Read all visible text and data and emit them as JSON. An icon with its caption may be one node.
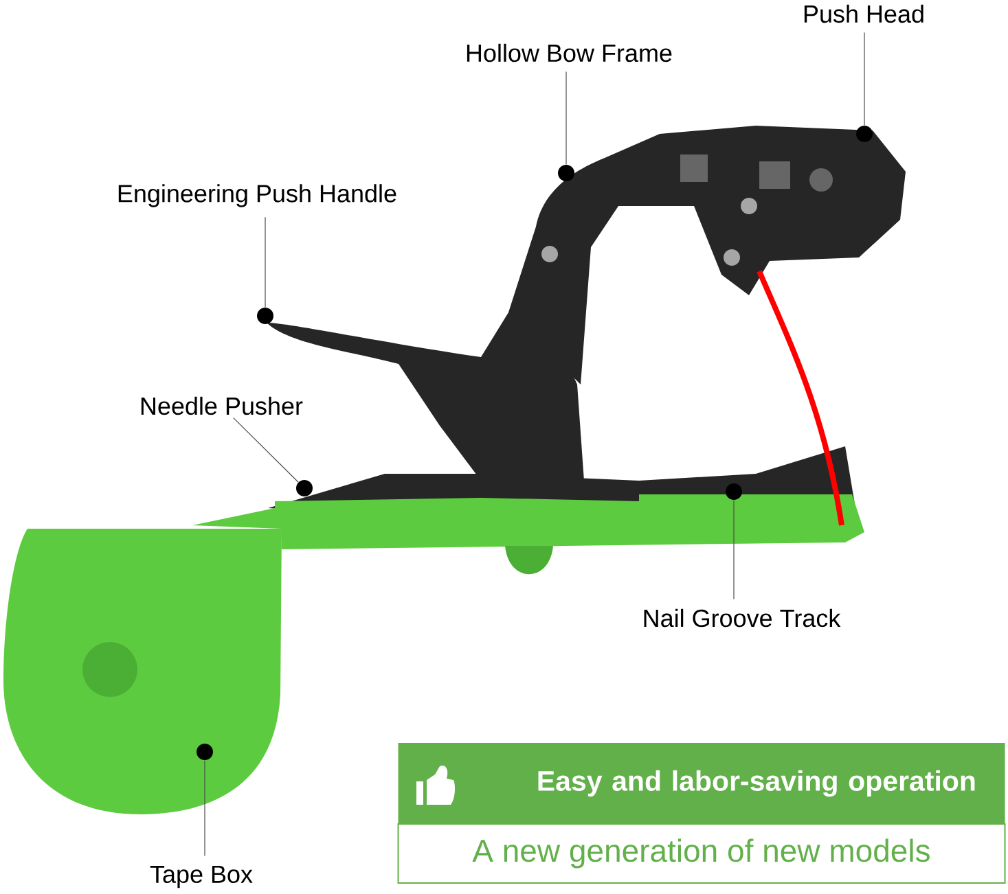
{
  "diagram": {
    "nodes": [
      {
        "text": [
          "Push Head"
        ]
      },
      {
        "text": [
          "Hollow Bow Frame"
        ]
      },
      {
        "text": [
          "Engineering Push Handle"
        ]
      },
      {
        "text": [
          "Needle Pusher"
        ]
      },
      {
        "text": [
          "Nail Groove Track"
        ]
      },
      {
        "text": [
          "Tape Box"
        ]
      },
      {
        "text": [],
        "shape": "circle"
      },
      {
        "text": [],
        "shape": "circle"
      },
      {
        "text": [],
        "shape": "circle"
      },
      {
        "text": [],
        "shape": "circle"
      },
      {
        "text": [],
        "shape": "circle"
      },
      {
        "text": [],
        "shape": "circle"
      },
      {
        "text": [
          "Easy and labor-saving operation"
        ]
      },
      {
        "text": [
          "A new generation of new models"
        ]
      }
    ],
    "edges": [
      {
        "from": 0,
        "to": 6,
        "arrow": "none"
      },
      {
        "from": 1,
        "to": 7,
        "arrow": "none"
      },
      {
        "from": 2,
        "to": 8,
        "arrow": "none"
      },
      {
        "from": 3,
        "to": 9,
        "arrow": "none"
      },
      {
        "from": 4,
        "to": 10,
        "arrow": "none"
      },
      {
        "from": 5,
        "to": 11,
        "arrow": "none"
      }
    ]
  }
}
